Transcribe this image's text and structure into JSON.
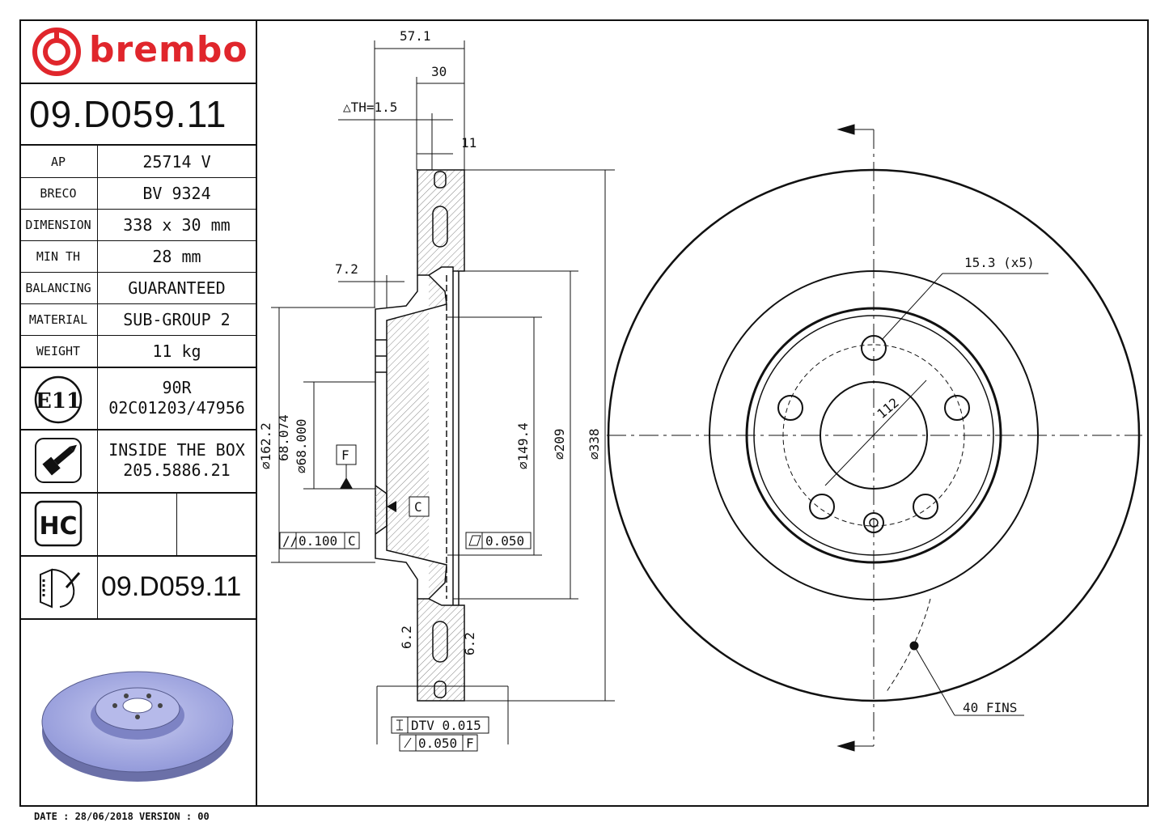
{
  "brand": {
    "name": "brembo",
    "color": "#e0262c"
  },
  "part_number": "09.D059.11",
  "specs": [
    {
      "label": "AP",
      "value": "25714 V"
    },
    {
      "label": "BRECO",
      "value": "BV 9324"
    },
    {
      "label": "DIMENSION",
      "value": "338 x 30 mm"
    },
    {
      "label": "MIN TH",
      "value": "28 mm"
    },
    {
      "label": "BALANCING",
      "value": "GUARANTEED"
    },
    {
      "label": "MATERIAL",
      "value": "SUB-GROUP 2"
    },
    {
      "label": "WEIGHT",
      "value": "11 kg"
    }
  ],
  "certification": {
    "mark": "E11",
    "line1": "90R",
    "line2": "02C01203/47956"
  },
  "inside_box": {
    "line1": "INSIDE THE BOX",
    "line2": "205.5886.21",
    "icon": "screw-icon"
  },
  "hc_badge": "HC",
  "bottom_part_number": "09.D059.11",
  "footer": "DATE : 28/06/2018 VERSION : 00",
  "dimensions": {
    "overall_width": "57.1",
    "thickness": "30",
    "th_tolerance": "△TH=1.5",
    "friction_ring": "11",
    "hat_offset": "7.2",
    "bolt_hole": "15.3 (x5)",
    "pcd": "112",
    "fins": "40 FINS",
    "d_162": "⌀162.2",
    "d_68a": "68.074",
    "d_68b": "⌀68.000",
    "d_149": "⌀149.4",
    "d_209": "⌀209",
    "d_338": "⌀338",
    "datum_f": "F",
    "datum_c": "C",
    "parallel": "0.100",
    "flatness": "0.050",
    "dtv": "DTV 0.015",
    "runout": "0.050",
    "small_1": "6.2",
    "small_2": "6.2"
  }
}
